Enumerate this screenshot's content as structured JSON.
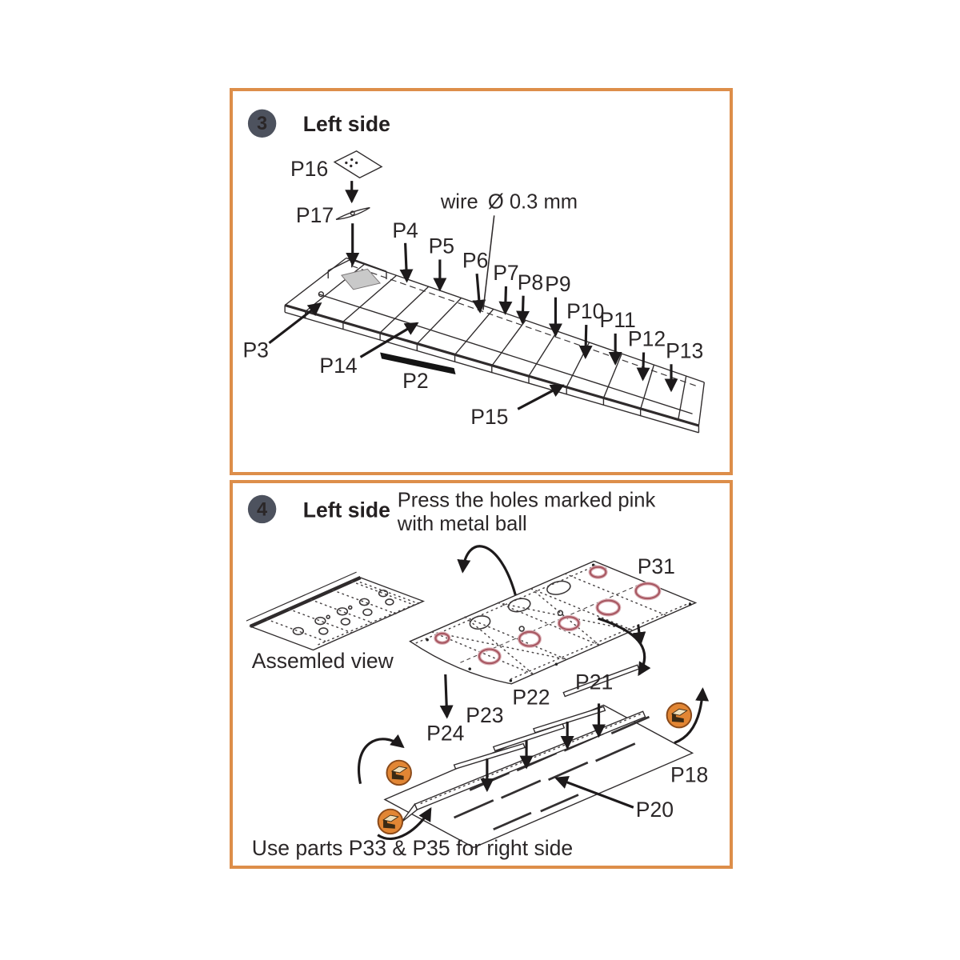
{
  "sheet": {
    "type": "model-kit-instruction-sheet"
  },
  "colors": {
    "frame_border": "#dd8e4a",
    "badge_bg": "#4d525e",
    "badge_text": "#d4a368",
    "pink_hole": "#a85862",
    "fold_icon_orange": "#e28634",
    "line_art": "#2f2b2c"
  },
  "step3": {
    "badge": "3",
    "title": "Left side",
    "wire_label": "wire",
    "wire_diameter": "Ø 0.3 mm",
    "parts": {
      "p2": "P2",
      "p3": "P3",
      "p4": "P4",
      "p5": "P5",
      "p6": "P6",
      "p7": "P7",
      "p8": "P8",
      "p9": "P9",
      "p10": "P10",
      "p11": "P11",
      "p12": "P12",
      "p13": "P13",
      "p14": "P14",
      "p15": "P15",
      "p16": "P16",
      "p17": "P17"
    }
  },
  "step4": {
    "badge": "4",
    "title": "Left side",
    "instruction": {
      "line1": "Press the holes marked pink",
      "line2": "with metal ball"
    },
    "assembled_view_label": "Assemled view",
    "parts": {
      "p18": "P18",
      "p20": "P20",
      "p21": "P21",
      "p22": "P22",
      "p23": "P23",
      "p24": "P24",
      "p31": "P31"
    },
    "footer_note": "Use parts P33 & P35 for right side"
  }
}
